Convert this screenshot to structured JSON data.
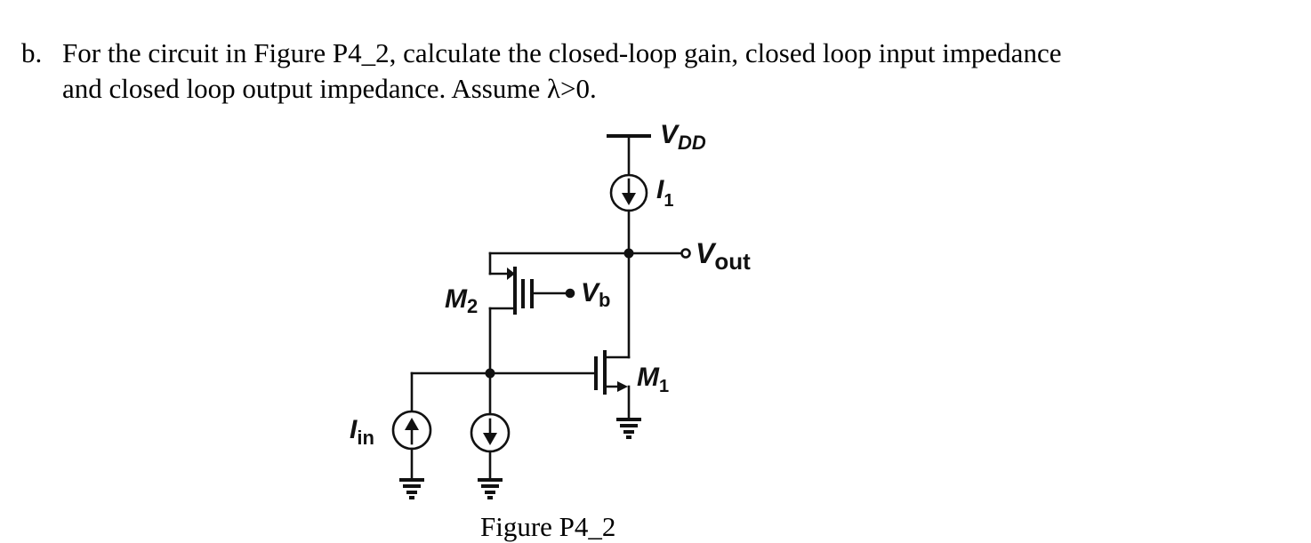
{
  "problem": {
    "letter": "b.",
    "line1": "For the circuit in Figure P4_2, calculate the closed-loop gain, closed loop input impedance",
    "line2": "and closed loop output impedance. Assume λ>0."
  },
  "circuit": {
    "vdd": {
      "main": "V",
      "sub": "DD"
    },
    "i1": {
      "main": "I",
      "sub": "1"
    },
    "vout": {
      "main": "V",
      "sub": "out"
    },
    "vb": {
      "main": "V",
      "sub": "b"
    },
    "m2": {
      "main": "M",
      "sub": "2"
    },
    "m1": {
      "main": "M",
      "sub": "1"
    },
    "iin": {
      "main": "I",
      "sub": "in"
    }
  },
  "caption": "Figure P4_2"
}
